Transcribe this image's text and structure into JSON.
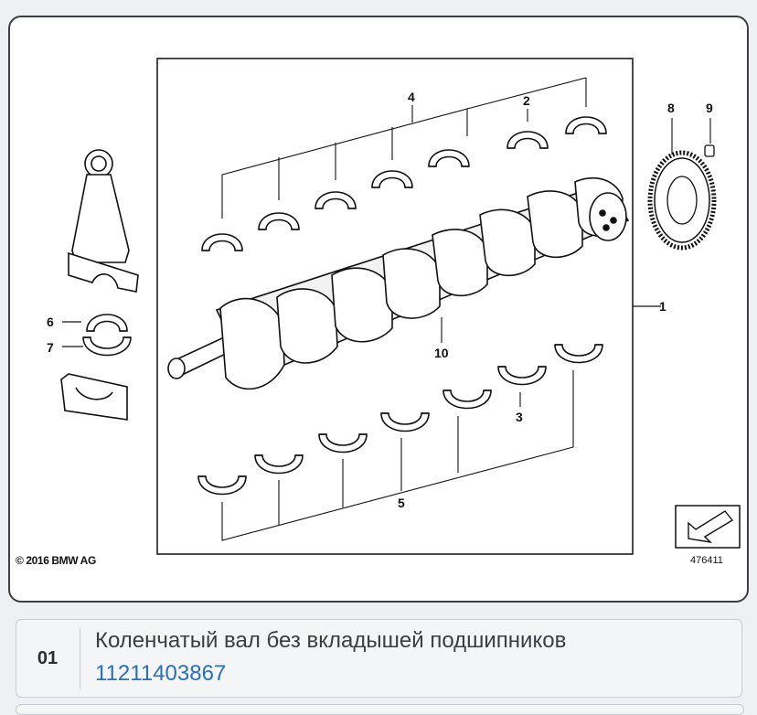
{
  "diagram": {
    "copyright": "© 2016 BMW AG",
    "image_number": "476411",
    "callouts": {
      "c1": "1",
      "c2": "2",
      "c3": "3",
      "c4": "4",
      "c5": "5",
      "c6": "6",
      "c7": "7",
      "c8": "8",
      "c9": "9",
      "c10": "10"
    },
    "icons": [
      "crankshaft-illustration",
      "connecting-rod-illustration",
      "bearing-shell-illustration",
      "flywheel-illustration",
      "bolt-illustration",
      "arrow-icon"
    ]
  },
  "part": {
    "index": "01",
    "name": "Коленчатый вал без вкладышей подшипников",
    "number": "11211403867"
  }
}
